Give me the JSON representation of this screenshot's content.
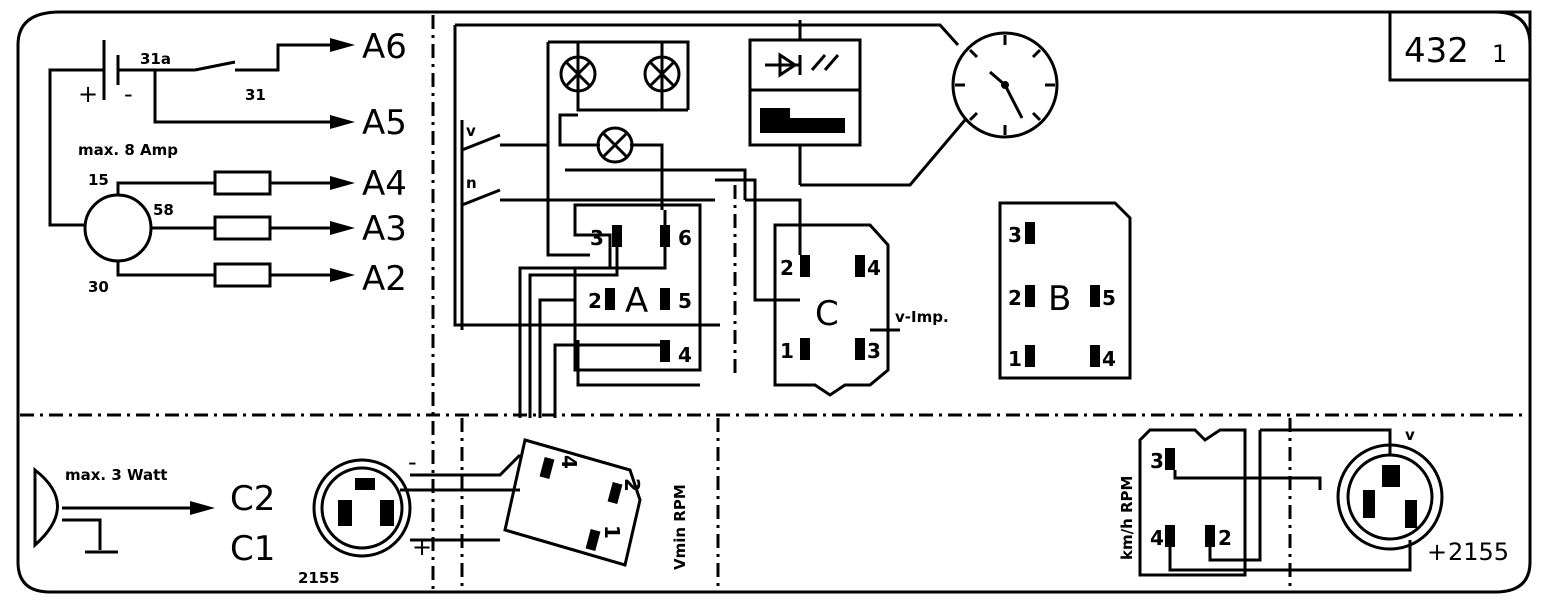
{
  "diagram": {
    "ref_number": "432",
    "ref_suffix": "1",
    "battery": {
      "plus": "+",
      "minus": "-"
    },
    "switch_label_top": "31a",
    "switch_label_bottom": "31",
    "fuse_note": "max. 8 Amp",
    "terminals": {
      "t15": "15",
      "t58": "58",
      "t30": "30"
    },
    "outputs": {
      "a6": "A6",
      "a5": "A5",
      "a4": "A4",
      "a3": "A3",
      "a2": "A2",
      "c2": "C2",
      "c1": "C1"
    },
    "switch_marks": {
      "v": "v",
      "n": "n"
    },
    "horn_note": "max. 3 Watt",
    "plug_left": {
      "number": "2155",
      "minus": "-",
      "plus": "+"
    },
    "rpm_label": "Vmin RPM",
    "rpm_pins": {
      "p4": "4",
      "p1": "1",
      "p2": "2"
    },
    "relay_a": {
      "name": "A",
      "pins": {
        "p3": "3",
        "p6": "6",
        "p2": "2",
        "p5": "5",
        "p4": "4"
      }
    },
    "relay_c": {
      "name": "C",
      "pins": {
        "p2": "2",
        "p4": "4",
        "p1": "1",
        "p3": "3"
      },
      "imp": "v-Imp."
    },
    "relay_b": {
      "name": "B",
      "pins": {
        "p3": "3",
        "p2": "2",
        "p5": "5",
        "p1": "1",
        "p4": "4"
      }
    },
    "kmh_label": "km/h RPM",
    "kmh_pins": {
      "p3": "3",
      "p4": "4",
      "p2": "2"
    },
    "plug_right": {
      "number": "2155",
      "plus": "+",
      "v": "v"
    }
  }
}
